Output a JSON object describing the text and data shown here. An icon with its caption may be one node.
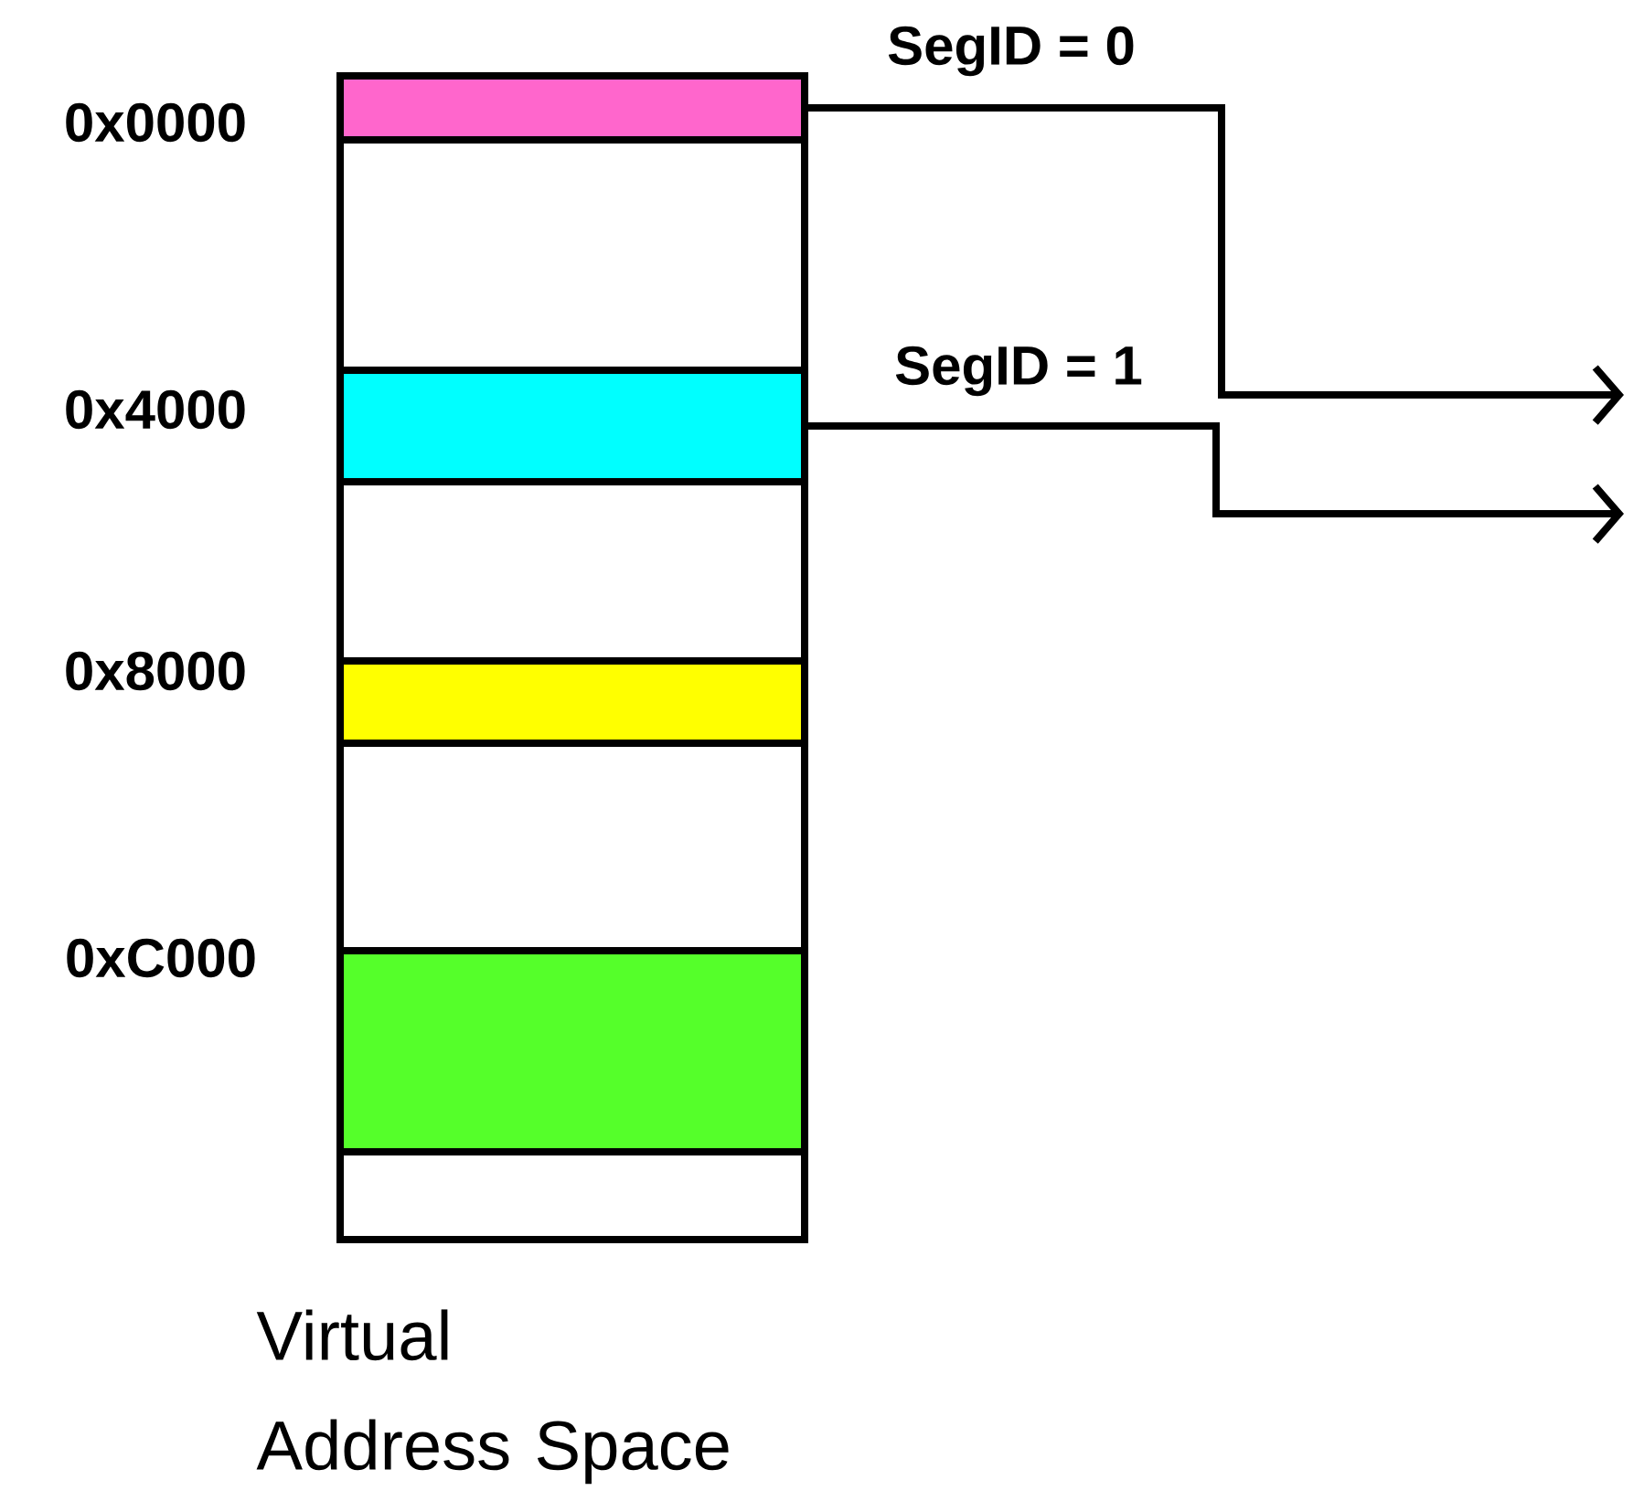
{
  "diagram": {
    "nodes": [
      {
        "text": [
          "Virtual Address Space"
        ]
      },
      {
        "text": [],
        "shape": "bar",
        "in": 0,
        "beside": [
          "0x0000"
        ]
      },
      {
        "text": [],
        "shape": "bar",
        "in": 0,
        "beside": [
          "0x4000"
        ]
      },
      {
        "text": [],
        "shape": "bar",
        "in": 0,
        "beside": [
          "0x8000"
        ]
      },
      {
        "text": [],
        "shape": "bar",
        "in": 0,
        "beside": [
          "0xC000"
        ]
      }
    ],
    "edges": [
      {
        "from": 1,
        "to": null,
        "arrow": "to",
        "label": "SegID = 0"
      },
      {
        "from": 2,
        "to": null,
        "arrow": "to",
        "label": "SegID = 1"
      }
    ]
  }
}
